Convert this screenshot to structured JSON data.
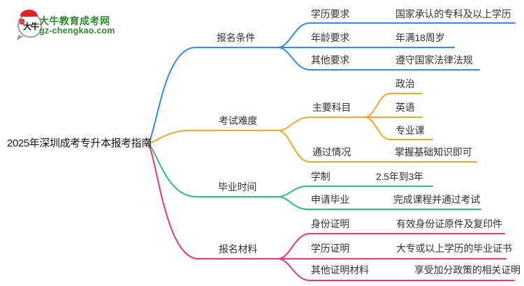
{
  "logo": {
    "icon_text": "大牛",
    "site_name": "大牛教育成考网",
    "site_url": "gz-chengkao.com"
  },
  "root": {
    "title": "2025年深圳成考专升本报考指南"
  },
  "palette": {
    "blue": "#2d8cf0",
    "orange": "#f5a623",
    "green": "#28c373",
    "pink": "#f0317f",
    "logo_green": "#2e8b2e",
    "logo_red": "#d8262c"
  },
  "branches": [
    {
      "label": "报名条件",
      "color": "#2d8cf0",
      "children": [
        {
          "label": "学历要求",
          "value": "国家承认的专科及以上学历"
        },
        {
          "label": "年龄要求",
          "value": "年满18周岁"
        },
        {
          "label": "其他要求",
          "value": "遵守国家法律法规"
        }
      ]
    },
    {
      "label": "考试难度",
      "color": "#f5a623",
      "children": [
        {
          "label": "主要科目",
          "leaves": [
            "政治",
            "英语",
            "专业课"
          ]
        },
        {
          "label": "通过情况",
          "value": "掌握基础知识即可"
        }
      ]
    },
    {
      "label": "毕业时间",
      "color": "#28c373",
      "children": [
        {
          "label": "学制",
          "value": "2.5年到3年"
        },
        {
          "label": "申请毕业",
          "value": "完成课程并通过考试"
        }
      ]
    },
    {
      "label": "报名材料",
      "color": "#f0317f",
      "children": [
        {
          "label": "身份证明",
          "value": "有效身份证原件及复印件"
        },
        {
          "label": "学历证明",
          "value": "大专或以上学历的毕业证书"
        },
        {
          "label": "其他证明材料",
          "value": "享受加分政策的相关证明"
        }
      ]
    }
  ]
}
